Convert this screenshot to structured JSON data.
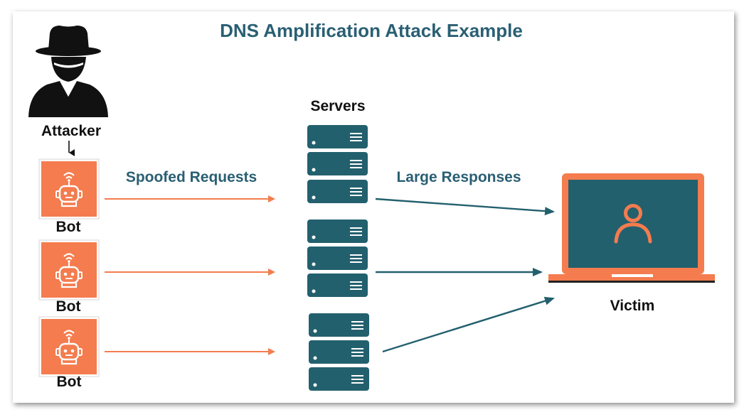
{
  "title": "DNS Amplification Attack Example",
  "attacker": {
    "label": "Attacker"
  },
  "bots": [
    {
      "label": "Bot"
    },
    {
      "label": "Bot"
    },
    {
      "label": "Bot"
    }
  ],
  "servers": {
    "label": "Servers"
  },
  "edges": {
    "spoofed_label": "Spoofed Requests",
    "responses_label": "Large Responses"
  },
  "victim": {
    "label": "Victim"
  },
  "colors": {
    "accent_orange": "#f47c4e",
    "teal": "#23606e",
    "title_teal": "#2a5f73",
    "black": "#111111"
  },
  "icons": {
    "attacker": "hat-spy-icon",
    "bot": "robot-wifi-icon",
    "server": "server-rack-icon",
    "victim": "laptop-user-icon"
  }
}
